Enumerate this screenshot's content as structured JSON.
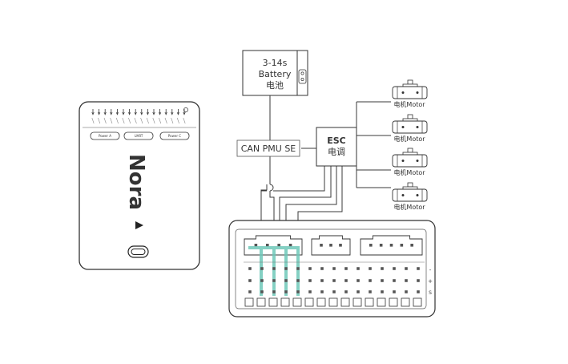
{
  "battery": {
    "line1": "3-14s",
    "line2": "Battery",
    "line3": "电池"
  },
  "pmu": {
    "label": "CAN PMU SE"
  },
  "esc": {
    "line1": "ESC",
    "line2": "电调"
  },
  "motors": [
    {
      "label": "电机Motor"
    },
    {
      "label": "电机Motor"
    },
    {
      "label": "电机Motor"
    },
    {
      "label": "电机Motor"
    }
  ],
  "controller": {
    "brand": "Nora",
    "ports": [
      {
        "label": "Power A"
      },
      {
        "label": "UART"
      },
      {
        "label": "Power C"
      }
    ]
  },
  "rail_labels": [
    "-",
    "+",
    "S"
  ],
  "colors": {
    "line": "#3a3a3a",
    "accent": "#6ec8b8"
  }
}
